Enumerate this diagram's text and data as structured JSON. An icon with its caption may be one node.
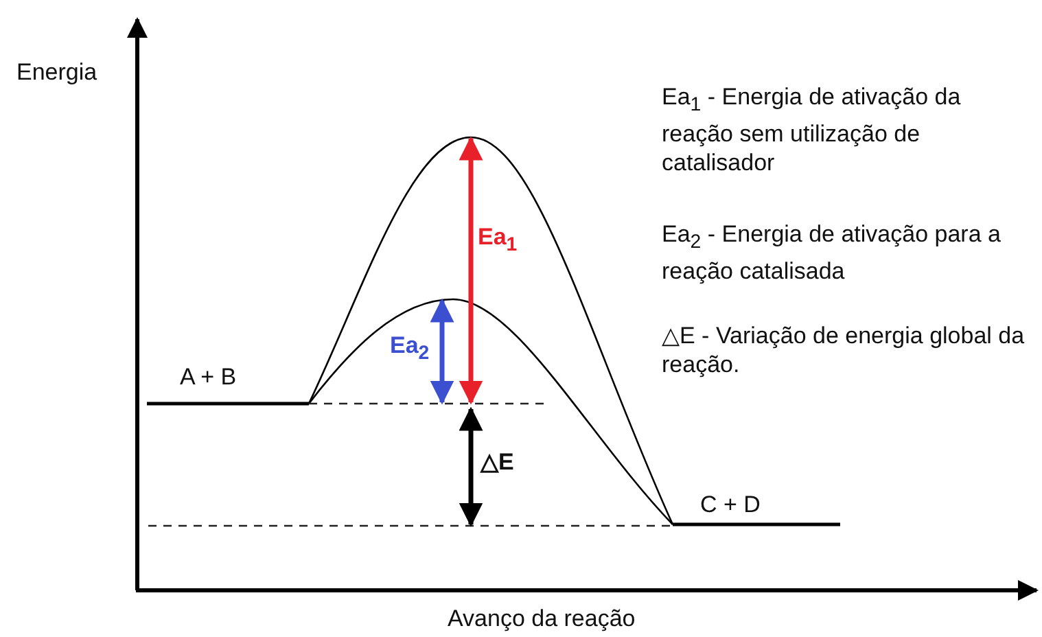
{
  "diagram": {
    "labels": [
      "Energia",
      "Ea$_{1}$ - Energia de ativação da reação sem utilização de catalisador",
      "Ea$_{2}$ - Energia de ativação para a reação catalisada",
      "△E - Variação de energia global da reação.",
      "Ea$_{1}$",
      "Ea$_{2}$",
      "△E",
      "A + B",
      "C + D",
      "Avanço da reação"
    ]
  }
}
